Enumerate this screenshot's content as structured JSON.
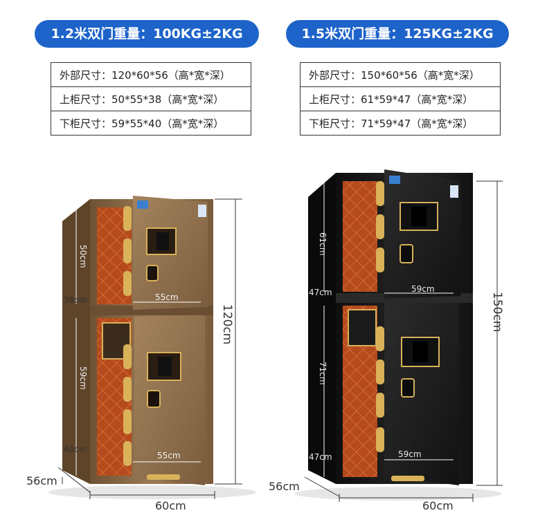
{
  "models": [
    {
      "weight_label": "1.2米双门重量：100KG±2KG",
      "specs": [
        "外部尺寸：120*60*56（高*宽*深）",
        "上柜尺寸：50*55*38（高*宽*深）",
        "下柜尺寸：59*55*40（高*宽*深）"
      ],
      "dims": {
        "height": "120cm",
        "width": "60cm",
        "depth": "56cm",
        "upper_height": "50cm",
        "upper_depth": "38cm",
        "upper_width": "55cm",
        "lower_height": "59cm",
        "lower_depth": "40cm",
        "lower_width": "55cm"
      }
    },
    {
      "weight_label": "1.5米双门重量：125KG±2KG",
      "specs": [
        "外部尺寸：150*60*56（高*宽*深）",
        "上柜尺寸：61*59*47（高*宽*深）",
        "下柜尺寸：71*59*47（高*宽*深）"
      ],
      "dims": {
        "height": "150cm",
        "width": "60cm",
        "depth": "56cm",
        "upper_height": "61cm",
        "upper_depth": "47cm",
        "upper_width": "59cm",
        "lower_height": "71cm",
        "lower_depth": "47cm",
        "lower_width": "59cm"
      }
    }
  ],
  "colors": {
    "accent": "#1d63c9",
    "gold_body": "#8a6a46",
    "black_body": "#1c1c1c",
    "lining": "#b8491a",
    "handle": "#d9b25a"
  },
  "icons": [
    "safe-gold-image",
    "safe-black-image",
    "keypad-icon",
    "badge-icon"
  ]
}
